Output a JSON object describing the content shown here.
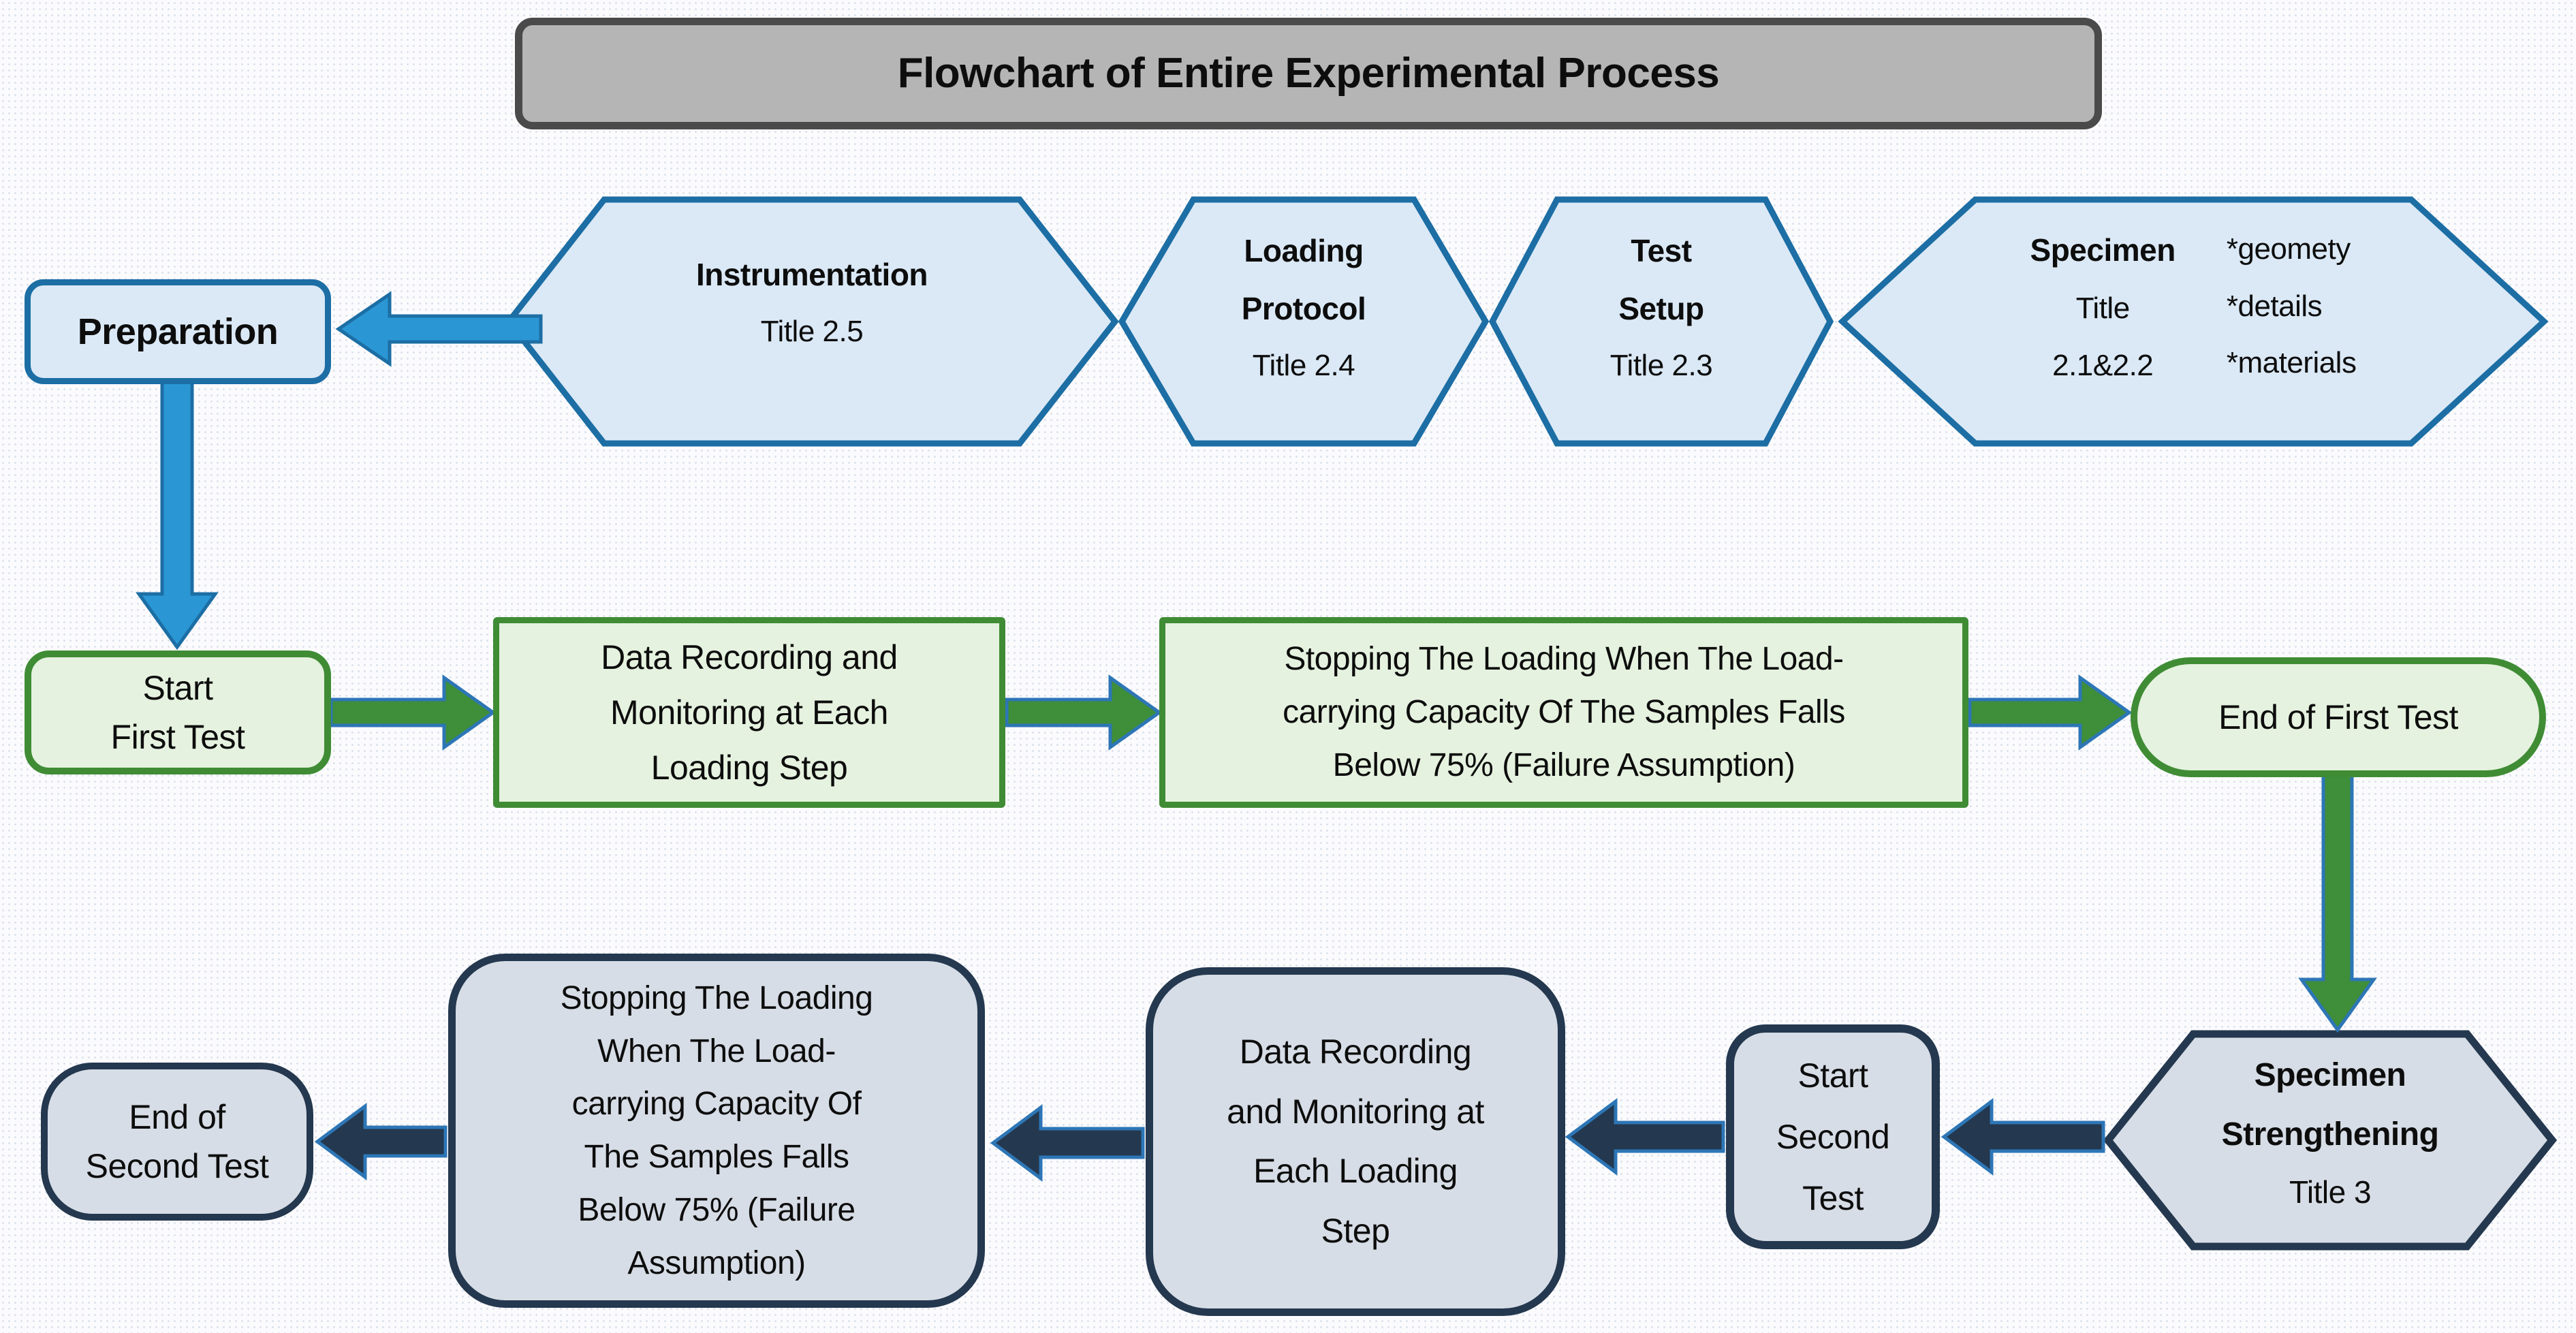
{
  "title": "Flowchart of Entire Experimental Process",
  "colors": {
    "page_bg": "#fbfbfd",
    "dot": "#dde2ec",
    "text": "#0d0d0d",
    "title_fill": "#b5b5b5",
    "title_border": "#4a4a4a",
    "blue_fill": "#dbe9f6",
    "blue_border": "#1c6ea4",
    "blue_arrow": "#2a97d4",
    "green_fill": "#e5f2df",
    "green_border": "#3f8c35",
    "green_arrow": "#3e8e3a",
    "gray_fill": "#d7dde6",
    "navy_border": "#24384f",
    "navy_arrow": "#24384f",
    "arrow_outline_blue": "#2d76b6"
  },
  "row1": {
    "preparation": "Preparation",
    "hexagons": [
      {
        "name": "Instrumentation",
        "sub": "Title 2.5"
      },
      {
        "name": "Loading\nProtocol",
        "sub": "Title 2.4"
      },
      {
        "name": "Test\nSetup",
        "sub": "Title 2.3"
      },
      {
        "name": "Specimen",
        "sub": "Title\n2.1&2.2",
        "bullets": "*geomety\n*details\n*materials"
      }
    ]
  },
  "row2": {
    "start": "Start\nFirst Test",
    "recording": "Data Recording and\nMonitoring at Each\nLoading Step",
    "stopping": "Stopping The Loading When The Load-\ncarrying Capacity Of The Samples Falls\nBelow 75% (Failure Assumption)",
    "end": "End of First Test"
  },
  "row3": {
    "strengthening": "Specimen\nStrengthening",
    "strengthening_sub": "Title 3",
    "start": "Start\nSecond\nTest",
    "recording": "Data Recording\nand Monitoring at\nEach Loading\nStep",
    "stopping": "Stopping The Loading\nWhen The Load-\ncarrying Capacity Of\nThe Samples Falls\nBelow 75% (Failure\nAssumption)",
    "end": "End of\nSecond Test"
  }
}
